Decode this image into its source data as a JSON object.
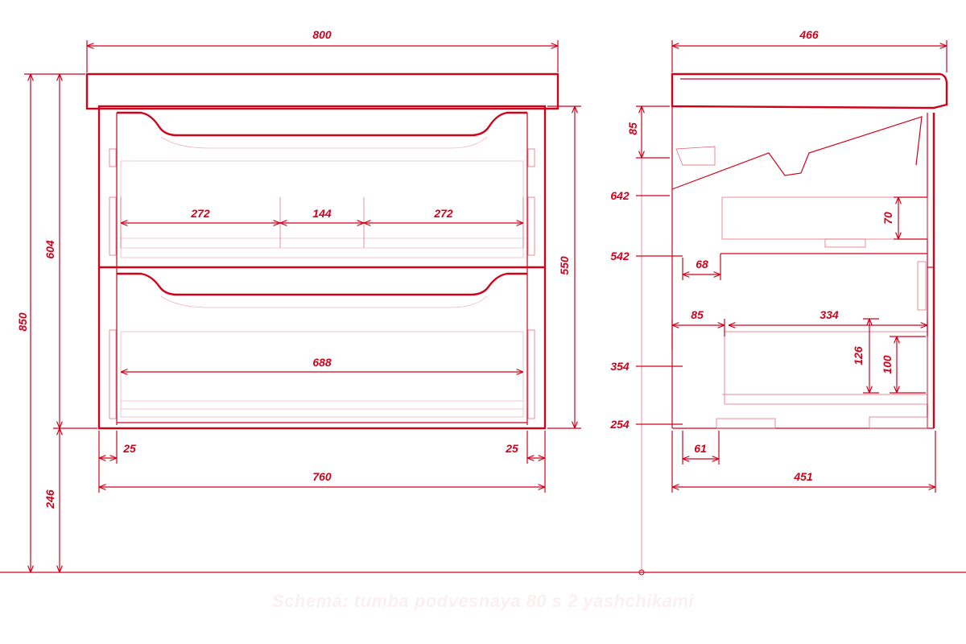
{
  "colors": {
    "line": "#d0021b",
    "background": "#ffffff",
    "caption": "#fbeff1"
  },
  "front_view": {
    "overall_width": "800",
    "overall_height": "850",
    "cabinet_height": "604",
    "floor_to_bottom": "246",
    "body_height": "550",
    "inner_width": "760",
    "left_side": "25",
    "right_side": "25",
    "upper_drawer": {
      "left": "272",
      "middle": "144",
      "right": "272"
    },
    "lower_drawer": {
      "width": "688"
    }
  },
  "side_view": {
    "overall_depth": "466",
    "body_depth": "451",
    "top_offset": "85",
    "level_1": "642",
    "level_2": "542",
    "level_3": "354",
    "level_4": "254",
    "upper_drawer_height": "70",
    "upper_drawer_setback": "68",
    "lower_drawer_front": "85",
    "lower_drawer_depth": "334",
    "lower_drawer_height_outer": "126",
    "lower_drawer_height_inner": "100",
    "bottom_setback": "61"
  },
  "caption": "Schema: tumba podvesnaya 80 s 2 yashchikami"
}
